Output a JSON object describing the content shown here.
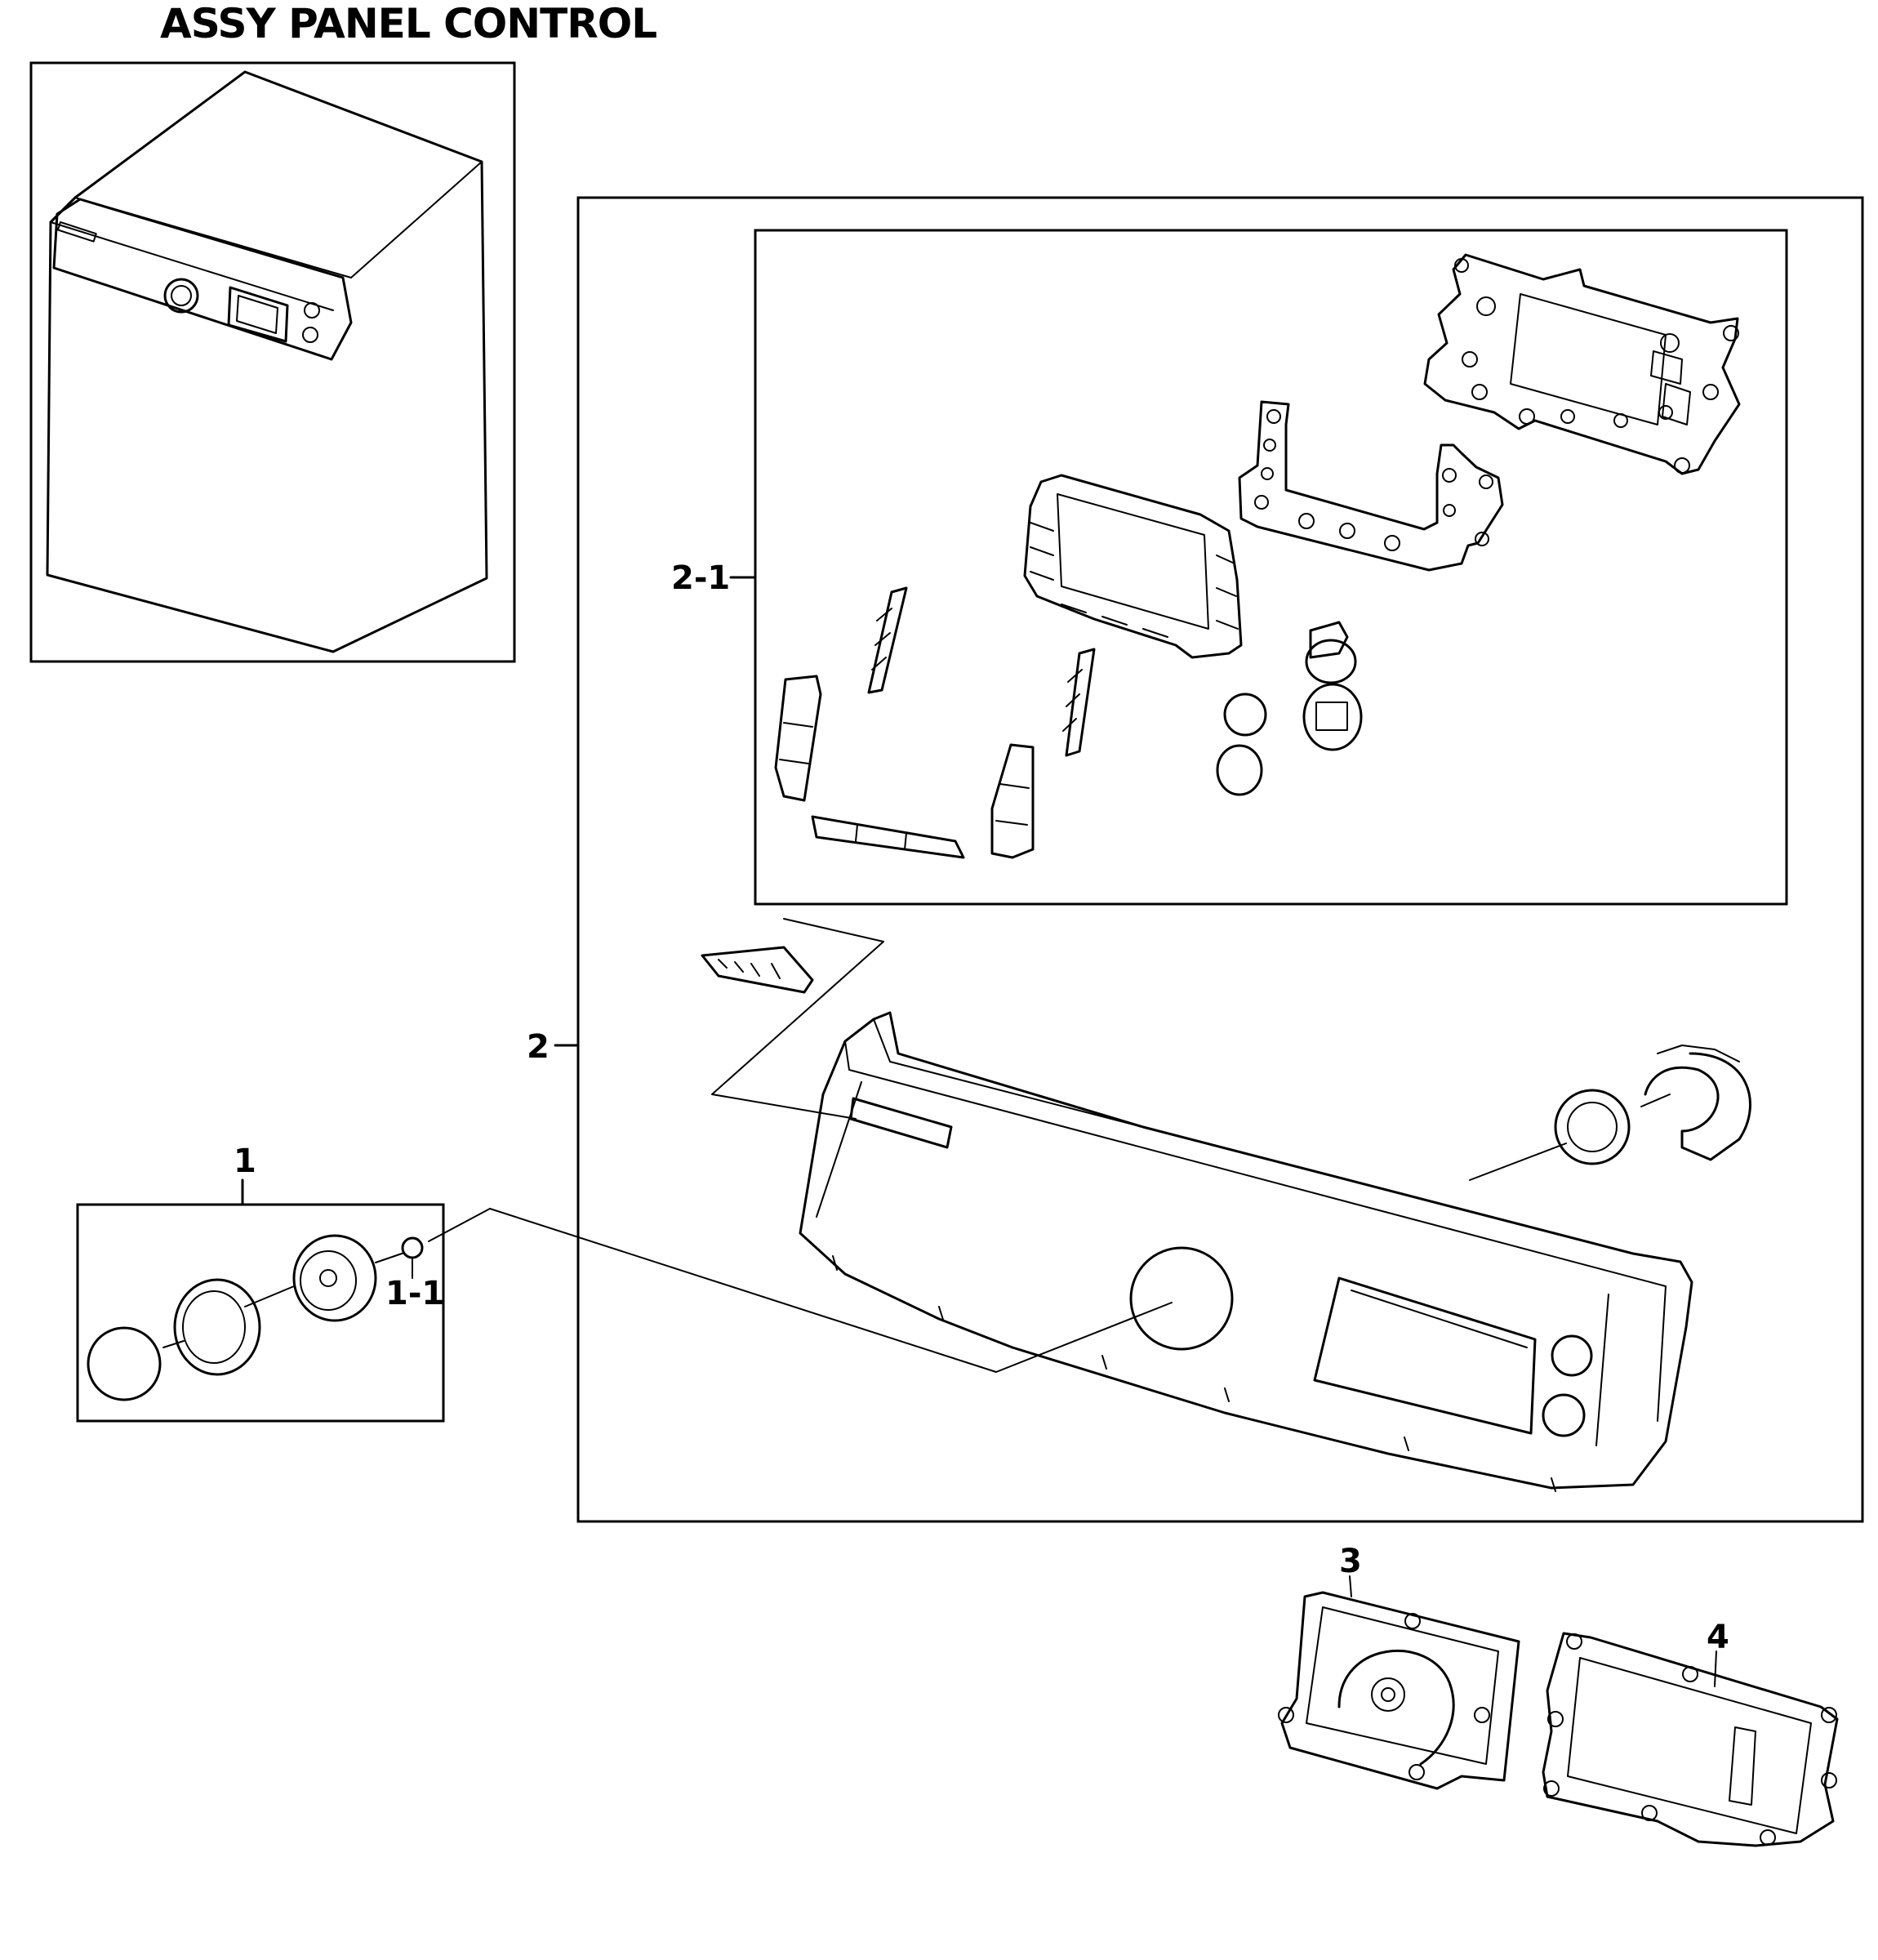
{
  "title": "ASSY PANEL CONTROL",
  "callouts": {
    "part_1": "1",
    "part_1_1": "1-1",
    "part_2": "2",
    "part_2_1": "2-1",
    "part_3": "3",
    "part_4": "4"
  }
}
